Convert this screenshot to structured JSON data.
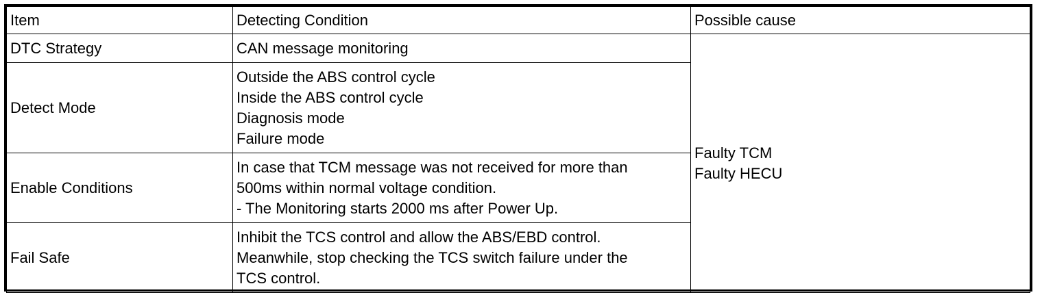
{
  "table": {
    "headers": {
      "item": "Item",
      "condition": "Detecting Condition",
      "cause": "Possible cause"
    },
    "rows": [
      {
        "item": "DTC Strategy",
        "condition": [
          "CAN message monitoring"
        ]
      },
      {
        "item": "Detect Mode",
        "condition": [
          "Outside the ABS control cycle",
          "Inside the ABS control cycle",
          "Diagnosis mode",
          "Failure mode"
        ]
      },
      {
        "item": "Enable Conditions",
        "condition": [
          "In case that TCM message was not received for more than",
          "500ms within normal voltage condition.",
          "- The Monitoring starts 2000 ms after Power Up."
        ]
      },
      {
        "item": "Fail Safe",
        "condition": [
          "Inhibit the TCS control and allow the ABS/EBD control.",
          "Meanwhile, stop checking the TCS switch failure under the",
          "TCS control."
        ]
      }
    ],
    "possible_causes": [
      "Faulty TCM",
      "Faulty HECU"
    ]
  }
}
